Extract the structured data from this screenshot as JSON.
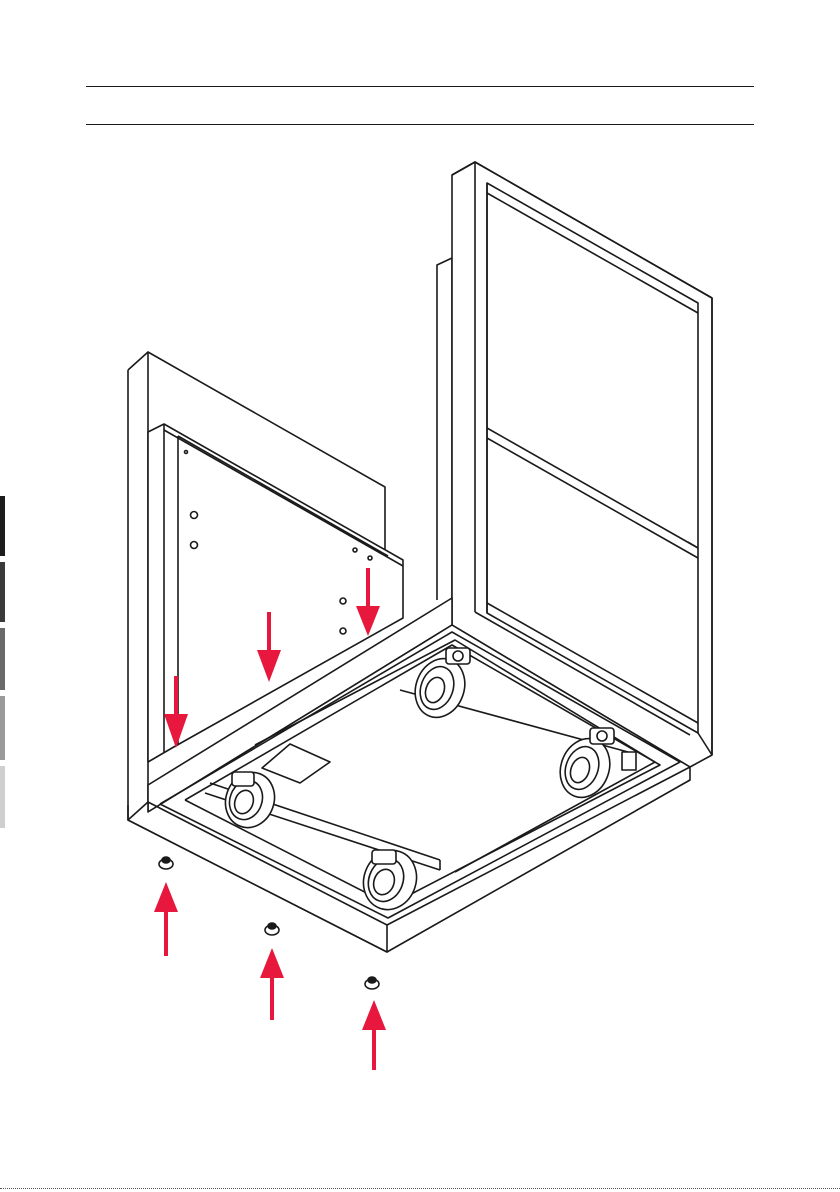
{
  "page": {
    "header_text": "",
    "colors": {
      "line": "#1a1a1a",
      "arrow": "#e8173d",
      "paper": "#ffffff"
    },
    "edge_tab_shades": [
      "#1c1c1c",
      "#3a3a3a",
      "#6a6a6a",
      "#9a9a9a",
      "#cfcfcf"
    ]
  },
  "figure": {
    "subject": "cabinet-base-assembly",
    "arrows": [
      {
        "id": "arrow-down-1",
        "direction": "down"
      },
      {
        "id": "arrow-down-2",
        "direction": "down"
      },
      {
        "id": "arrow-down-3",
        "direction": "down"
      },
      {
        "id": "arrow-up-1",
        "direction": "up"
      },
      {
        "id": "arrow-up-2",
        "direction": "up"
      },
      {
        "id": "arrow-up-3",
        "direction": "up"
      }
    ],
    "feet_count": 3,
    "caster_count": 4
  }
}
